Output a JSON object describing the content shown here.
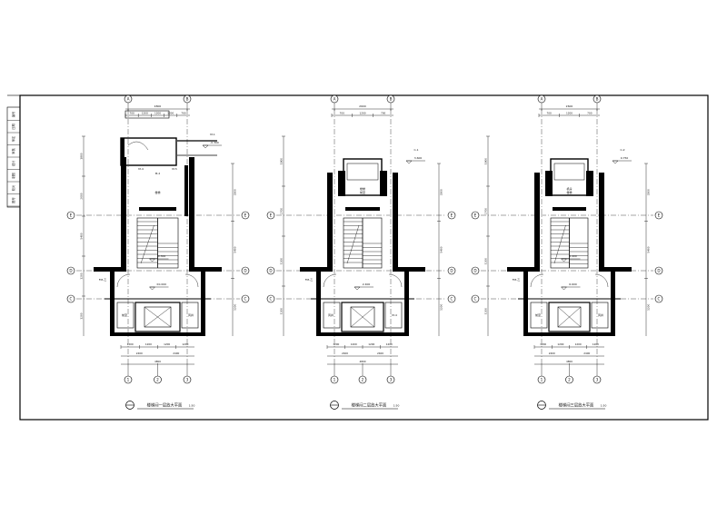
{
  "sheet": {
    "title_block": [
      "编号",
      "日期",
      "审定",
      "审核",
      "设计",
      "制图",
      "校对",
      "图号"
    ]
  },
  "plans": [
    {
      "id": "plan-1",
      "caption": "楼梯间一层放大平面",
      "scale": "1:50",
      "top_axes": [
        "A",
        "B"
      ],
      "bottom_axes": [
        "1",
        "2",
        "3"
      ],
      "left_axes": [
        "E",
        "D",
        "C"
      ],
      "right_axes": [
        "E",
        "D",
        "C"
      ],
      "top_dims": [
        "4800",
        "700",
        "1200",
        "1200",
        "1200",
        "700"
      ],
      "bottom_dims_1": [
        "1200",
        "1200",
        "1200",
        "1200"
      ],
      "bottom_dims_2": [
        "2400",
        "2400"
      ],
      "bottom_total": "4800",
      "left_dims": [
        "1800",
        "2600",
        "5400",
        "1200",
        "1200"
      ],
      "right_dims": [
        "3300",
        "5400",
        "1200"
      ],
      "elevations": [
        "-0.300",
        "±0.000",
        "-0.300"
      ],
      "room_labels": [
        "M-2",
        "楼梯",
        "前室",
        "风井",
        "M-4",
        "M-5"
      ],
      "door_tags": [
        "M-1",
        "FM-乙"
      ]
    },
    {
      "id": "plan-2",
      "caption": "楼梯间二层放大平面",
      "scale": "1:50",
      "top_axes": [
        "A",
        "B"
      ],
      "bottom_axes": [
        "1",
        "2",
        "3"
      ],
      "left_axes": [
        "E",
        "D",
        "C"
      ],
      "right_axes": [
        "E",
        "D",
        "C"
      ],
      "top_dims": [
        "2600",
        "700",
        "1200",
        "700"
      ],
      "bottom_dims_1": [
        "1200",
        "1200",
        "1200",
        "1200"
      ],
      "bottom_dims_2": [
        "2400",
        "2400"
      ],
      "bottom_total": "4800",
      "left_dims": [
        "1800",
        "2700",
        "1200",
        "1200"
      ],
      "right_dims": [
        "3300",
        "5400",
        "1200"
      ],
      "elevations": [
        "3.600",
        "2.400"
      ],
      "room_labels": [
        "楼梯",
        "前室",
        "风井",
        "M-4"
      ],
      "door_tags": [
        "C-1",
        "FM-乙"
      ]
    },
    {
      "id": "plan-3",
      "caption": "楼梯间三层放大平面",
      "scale": "1:50",
      "top_axes": [
        "A",
        "B"
      ],
      "bottom_axes": [
        "1",
        "2",
        "3"
      ],
      "left_axes": [
        "E",
        "D",
        "C"
      ],
      "right_axes": [
        "E",
        "D",
        "C"
      ],
      "top_dims": [
        "2600",
        "700",
        "1200",
        "700"
      ],
      "bottom_dims_1": [
        "1200",
        "1200",
        "1200",
        "1200"
      ],
      "bottom_dims_2": [
        "2400",
        "2400"
      ],
      "bottom_total": "4800",
      "left_dims": [
        "1800",
        "2700",
        "1200",
        "1200"
      ],
      "right_dims": [
        "3300",
        "5400",
        "1200"
      ],
      "elevations": [
        "9.750",
        "6.600",
        "5.400"
      ],
      "room_labels": [
        "机房",
        "楼梯",
        "前室",
        "风井"
      ],
      "door_tags": [
        "C-2",
        "FM-乙"
      ]
    }
  ]
}
